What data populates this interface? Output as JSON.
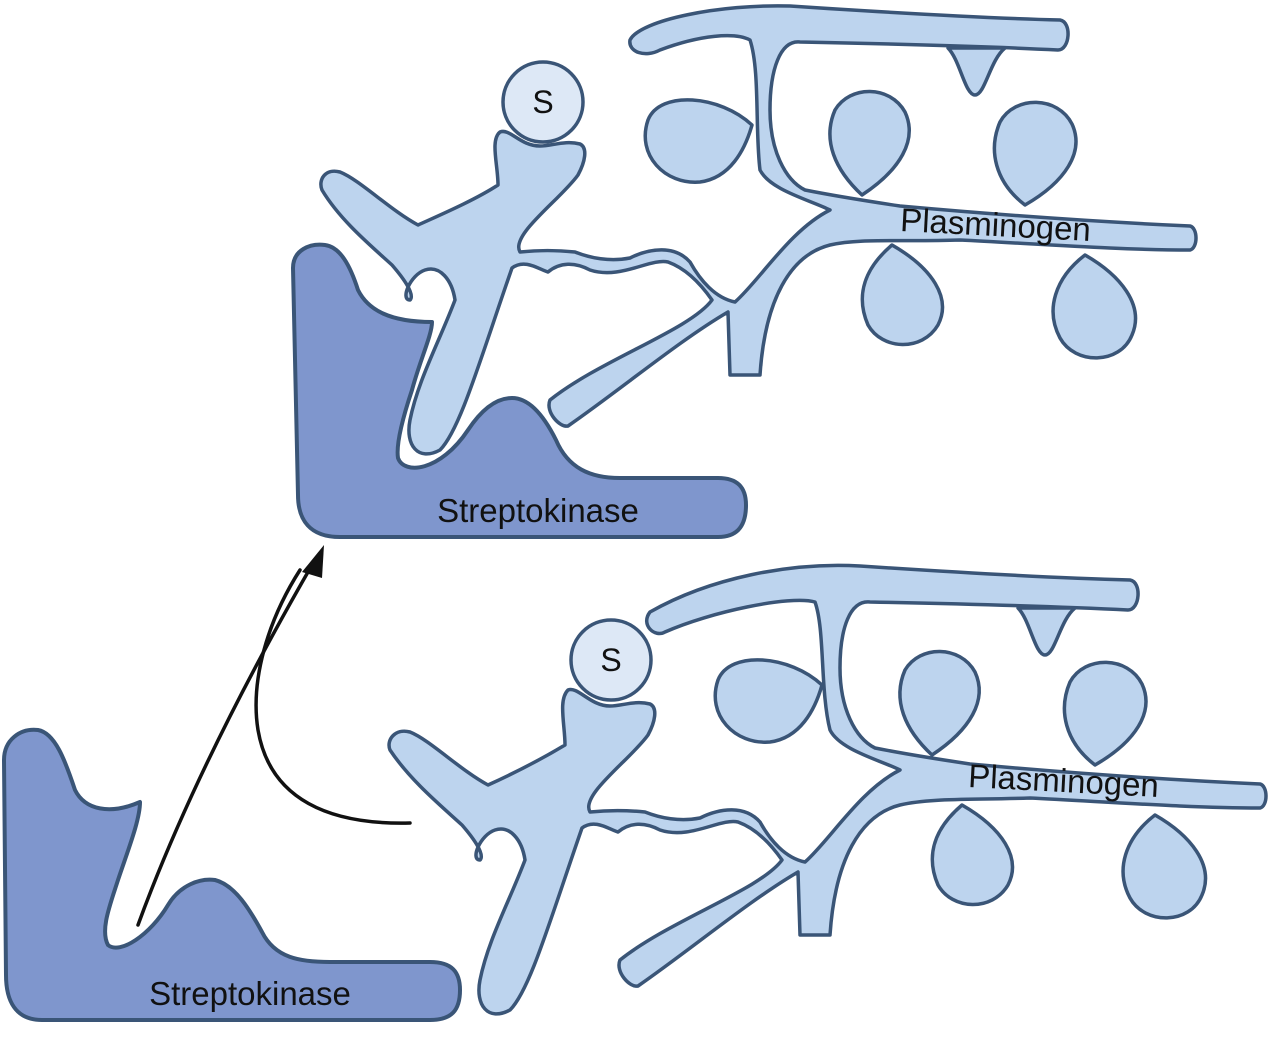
{
  "upper_complex": {
    "streptokinase_label": "Streptokinase",
    "plasminogen_label": "Plasminogen",
    "s_label": "S"
  },
  "lower_complex": {
    "streptokinase_label": "Streptokinase",
    "plasminogen_label": "Plasminogen",
    "s_label": "S"
  },
  "colors": {
    "streptokinase_fill": "#7f96cd",
    "plasminogen_fill": "#bdd4ee",
    "s_fill": "#dde8f6",
    "outline": "#3a5577",
    "arrow": "#111111"
  }
}
